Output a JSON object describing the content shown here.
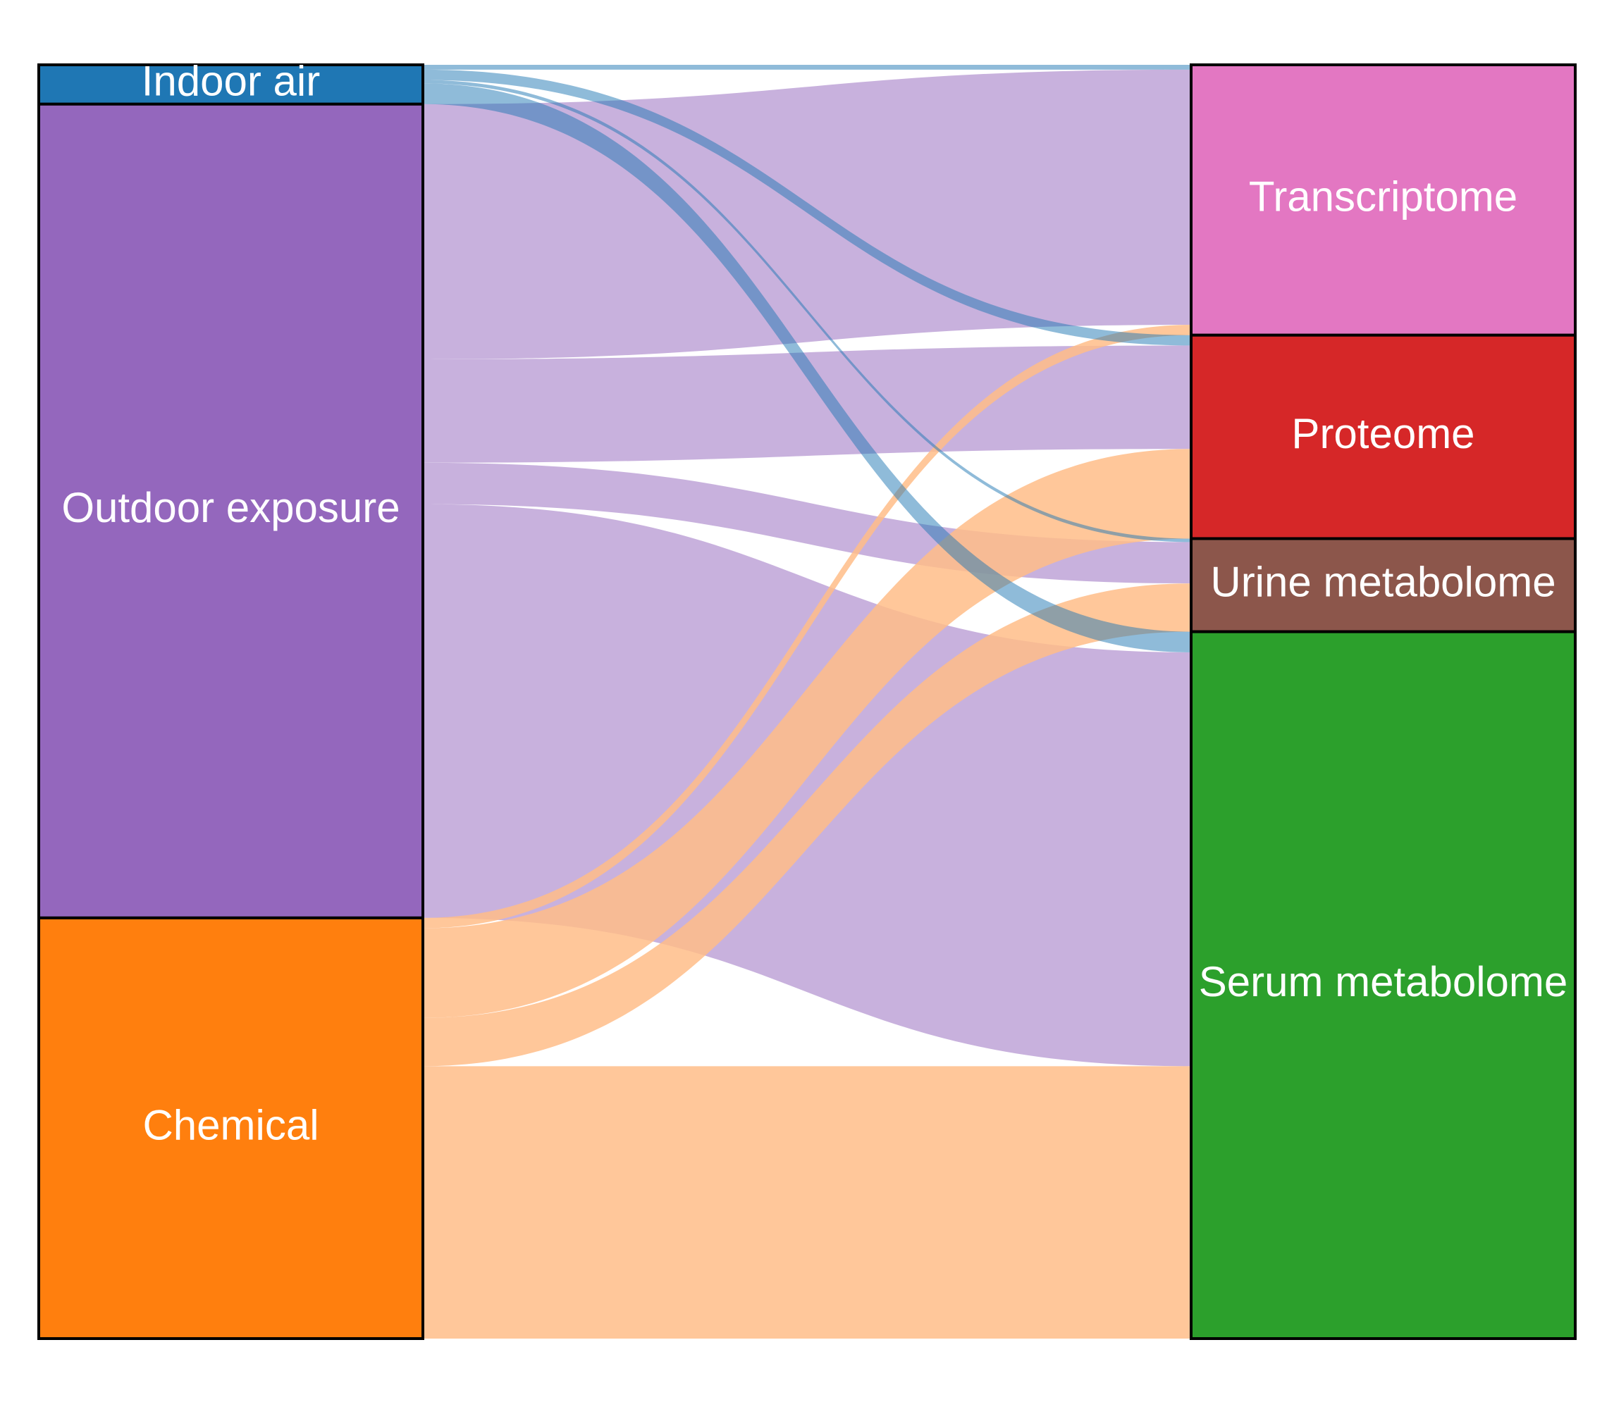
{
  "chart_data": {
    "type": "sankey",
    "sources": [
      {
        "id": "indoor",
        "label": "Indoor air",
        "color": "#1f77b4",
        "link_color": "#1f77b4"
      },
      {
        "id": "outdoor",
        "label": "Outdoor exposure",
        "color": "#9467bd",
        "link_color": "#c8b1dd"
      },
      {
        "id": "chemical",
        "label": "Chemical",
        "color": "#ff7f0e",
        "link_color": "#ffbd88"
      }
    ],
    "targets": [
      {
        "id": "transcriptome",
        "label": "Transcriptome",
        "color": "#e377c2"
      },
      {
        "id": "proteome",
        "label": "Proteome",
        "color": "#d62728"
      },
      {
        "id": "urine",
        "label": "Urine metabolome",
        "color": "#8c564b"
      },
      {
        "id": "serum",
        "label": "Serum metabolome",
        "color": "#2ca02c"
      }
    ],
    "links": [
      {
        "source": "indoor",
        "target": "transcriptome",
        "value": 0.7
      },
      {
        "source": "indoor",
        "target": "proteome",
        "value": 1.5
      },
      {
        "source": "indoor",
        "target": "urine",
        "value": 0.5
      },
      {
        "source": "indoor",
        "target": "serum",
        "value": 3.0
      },
      {
        "source": "outdoor",
        "target": "transcriptome",
        "value": 37.0
      },
      {
        "source": "outdoor",
        "target": "proteome",
        "value": 15.0
      },
      {
        "source": "outdoor",
        "target": "urine",
        "value": 6.0
      },
      {
        "source": "outdoor",
        "target": "serum",
        "value": 60.0
      },
      {
        "source": "chemical",
        "target": "transcriptome",
        "value": 1.5
      },
      {
        "source": "chemical",
        "target": "proteome",
        "value": 13.0
      },
      {
        "source": "chemical",
        "target": "urine",
        "value": 7.0
      },
      {
        "source": "chemical",
        "target": "serum",
        "value": 39.5
      }
    ]
  }
}
